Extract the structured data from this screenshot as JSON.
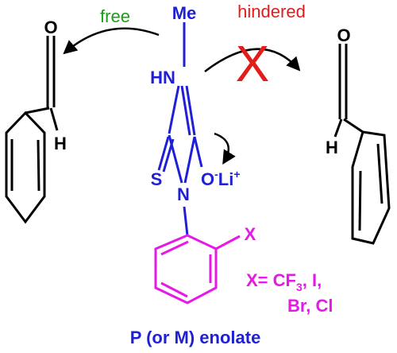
{
  "labels": {
    "free": "free",
    "hindered": "hindered",
    "me": "Me",
    "hn": "HN",
    "s": "S",
    "n": "N",
    "o_minus": "O",
    "minus": "-",
    "li": "Li",
    "plus": "+",
    "x_sub": "X",
    "legend_prefix": "X= CF",
    "legend_sub": "3",
    "legend_rest": ", I,",
    "legend_line2": "Br, Cl",
    "caption": "P (or M) enolate",
    "o_left": "O",
    "h_left": "H",
    "o_right": "O",
    "h_right": "H",
    "blocked": "X"
  },
  "colors": {
    "ring": "#1f1fd6",
    "aryl": "#e619e6",
    "aldehyde": "#000000",
    "free": "#1a9e1a",
    "hindered": "#e41b1b"
  }
}
